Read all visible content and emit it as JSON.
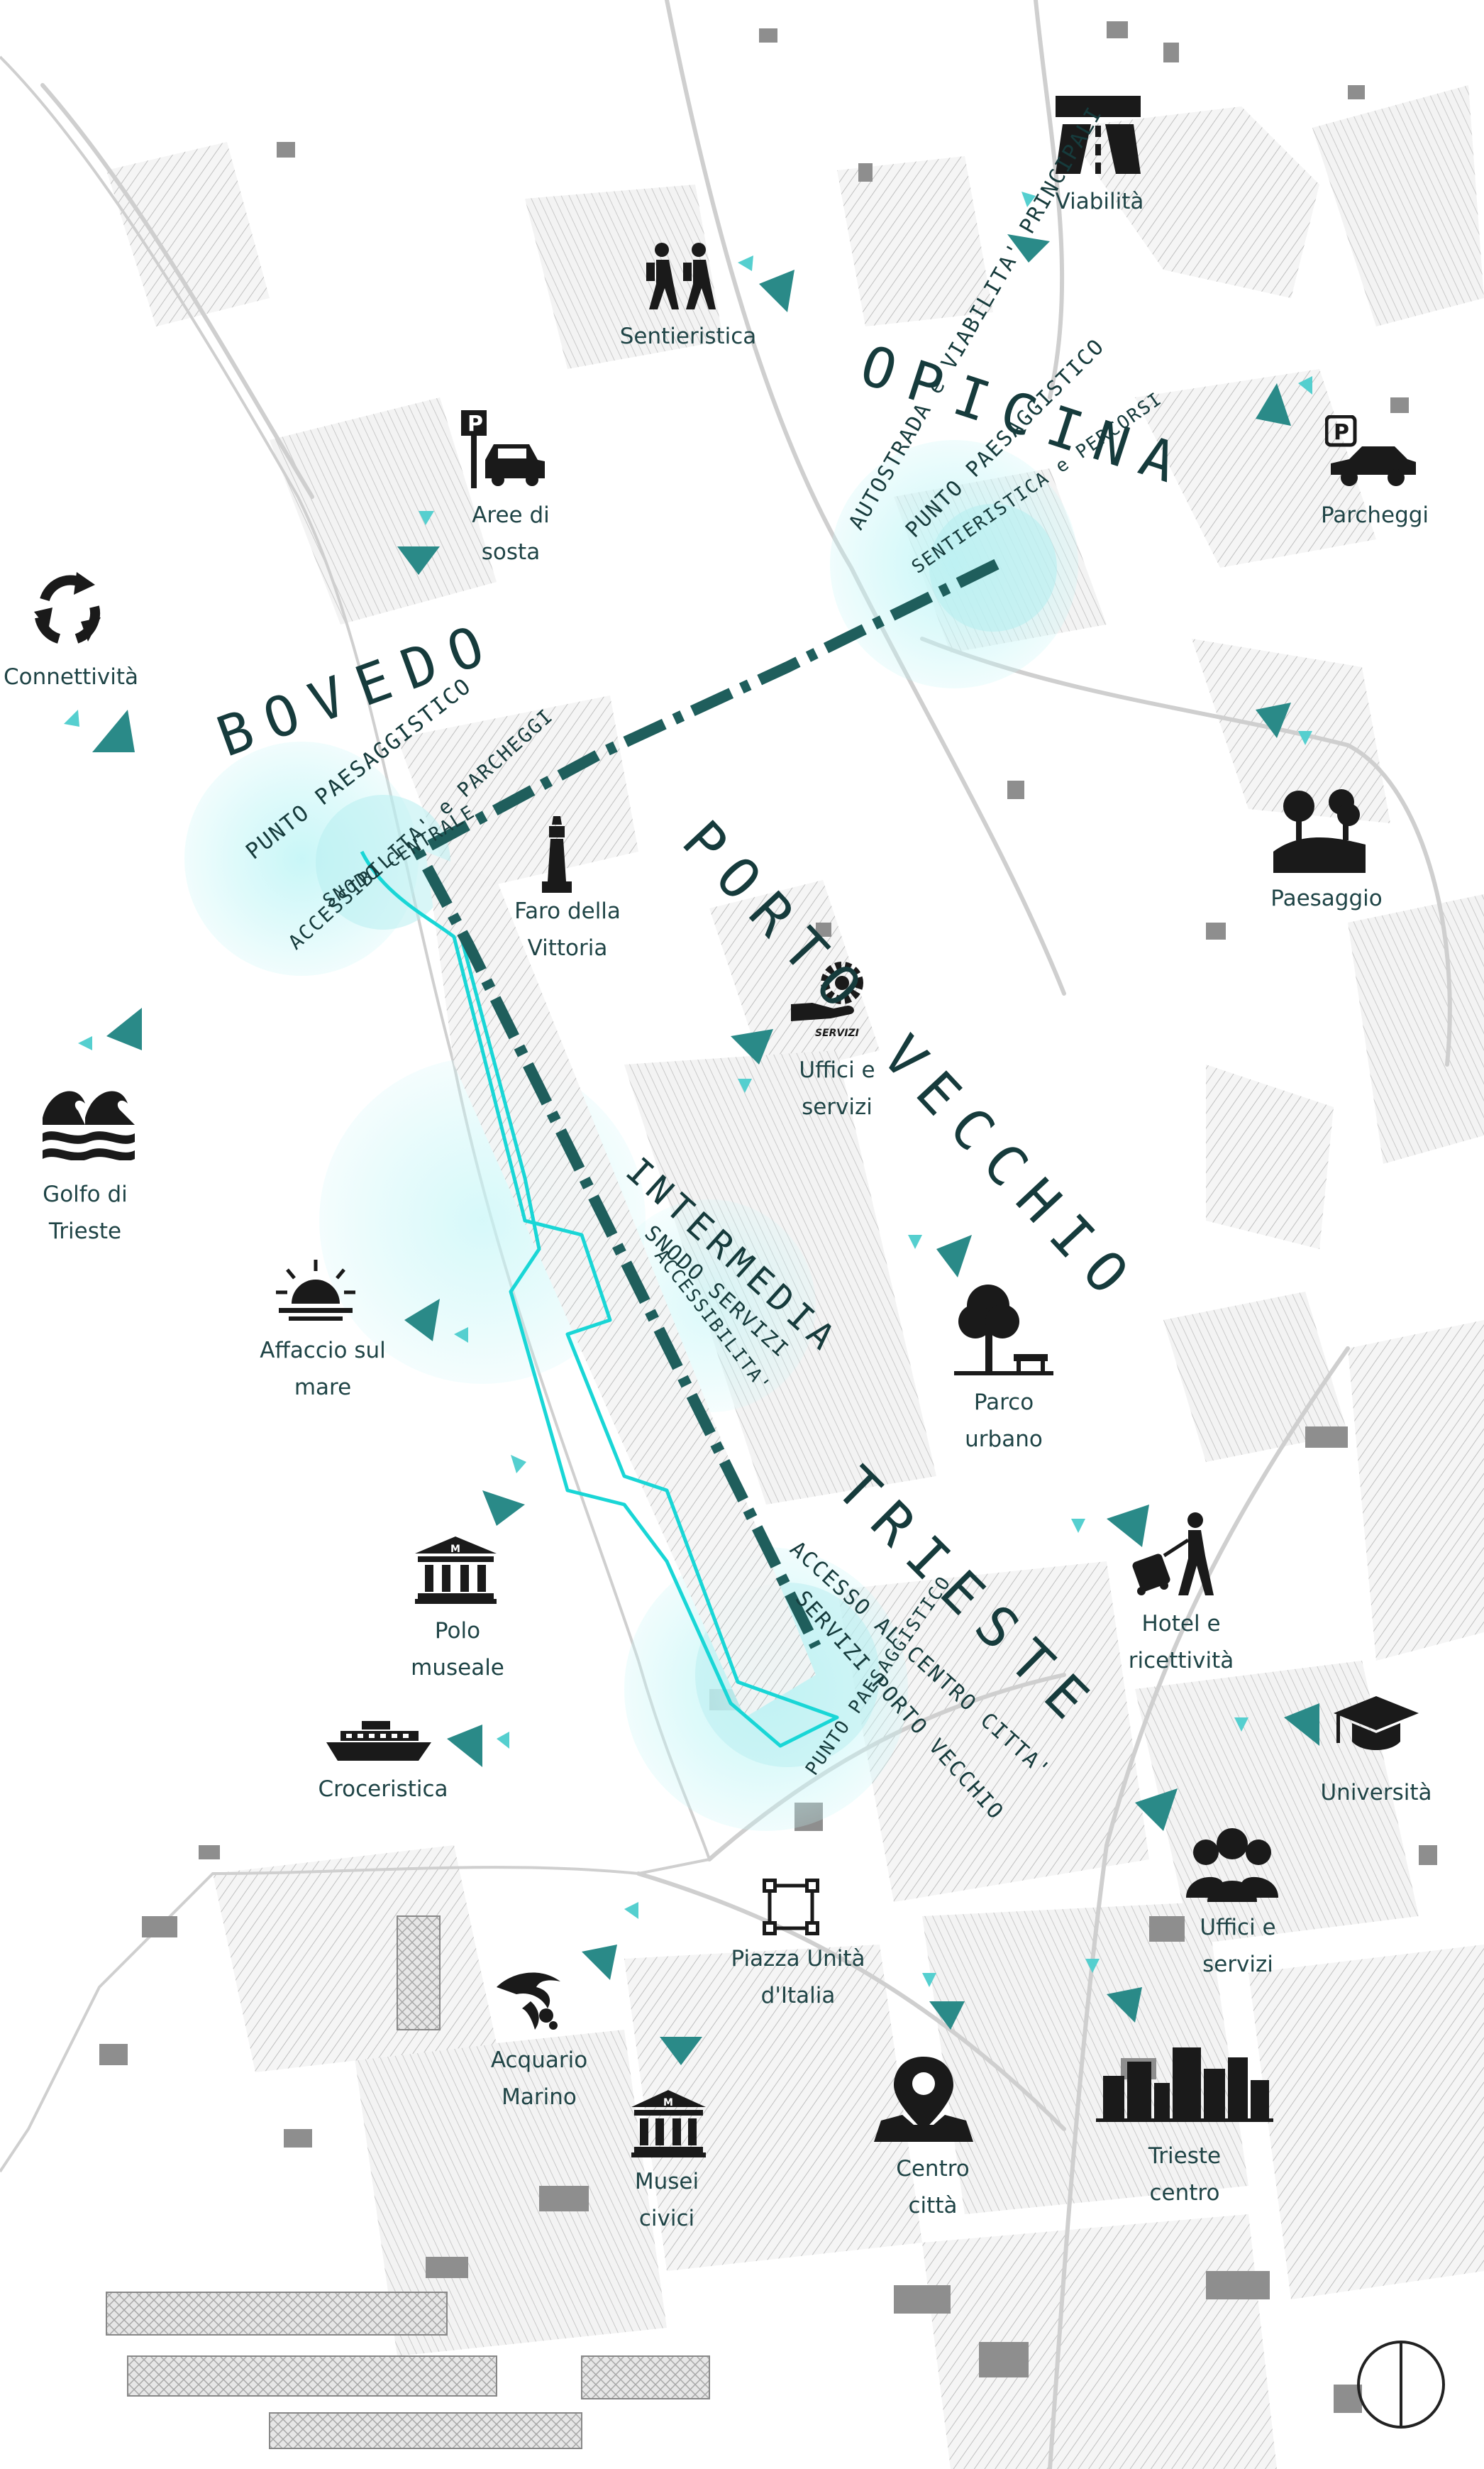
{
  "districts": {
    "opicina": "OPICINA",
    "bovedo": "BOVEDO",
    "porto_vecchio": "PORTO VECCHIO",
    "intermedia": "INTERMEDIA",
    "trieste": "TRIESTE"
  },
  "zones": {
    "opicina_1": "AUTOSTRADA e VIABILITA' PRINCIPALI",
    "opicina_2": "PUNTO PAESAGGISTICO",
    "opicina_3": "SENTIERISTICA e PERCORSI",
    "bovedo_1": "PUNTO PAESAGGISTICO",
    "bovedo_2": "ACCESSIBILITA' e PARCHEGGI",
    "bovedo_3": "SNODO CENTRALE",
    "intermedia_1": "SNODO SERVIZI",
    "intermedia_2": "ACCESSIBILITA'",
    "trieste_1": "ACCESSO AL CENTRO CITTA'",
    "trieste_2": "SERVIZI PORTO VECCHIO",
    "trieste_3": "PUNTO PAESAGGISTICO"
  },
  "pois": {
    "viabilita": "Viabilità",
    "sentieristica": "Sentieristica",
    "aree_di_sosta": "Aree di\nsosta",
    "parcheggi": "Parcheggi",
    "connettivita": "Connettività",
    "faro": "Faro della\nVittoria",
    "paesaggio": "Paesaggio",
    "uffici_servizi_1": "Uffici e\nservizi",
    "servizi_badge": "SERVIZI",
    "golfo": "Golfo di\nTrieste",
    "affaccio": "Affaccio sul\nmare",
    "parco": "Parco\nurbano",
    "hotel": "Hotel e\nricettività",
    "polo": "Polo\nmuseale",
    "croceristica": "Croceristica",
    "universita": "Università",
    "uffici_servizi_2": "Uffici e\nservizi",
    "piazza": "Piazza Unità\nd'Italia",
    "acquario": "Acquario\nMarino",
    "musei": "Musei\ncivici",
    "centro_citta": "Centro\ncittà",
    "trieste_centro": "Trieste\ncentro"
  },
  "colors": {
    "glow": "#9ff0f2",
    "accent": "#2a8a88",
    "route": "#1f5e5c",
    "waterfront": "#19d6d6",
    "ink": "#1a1a1a"
  }
}
